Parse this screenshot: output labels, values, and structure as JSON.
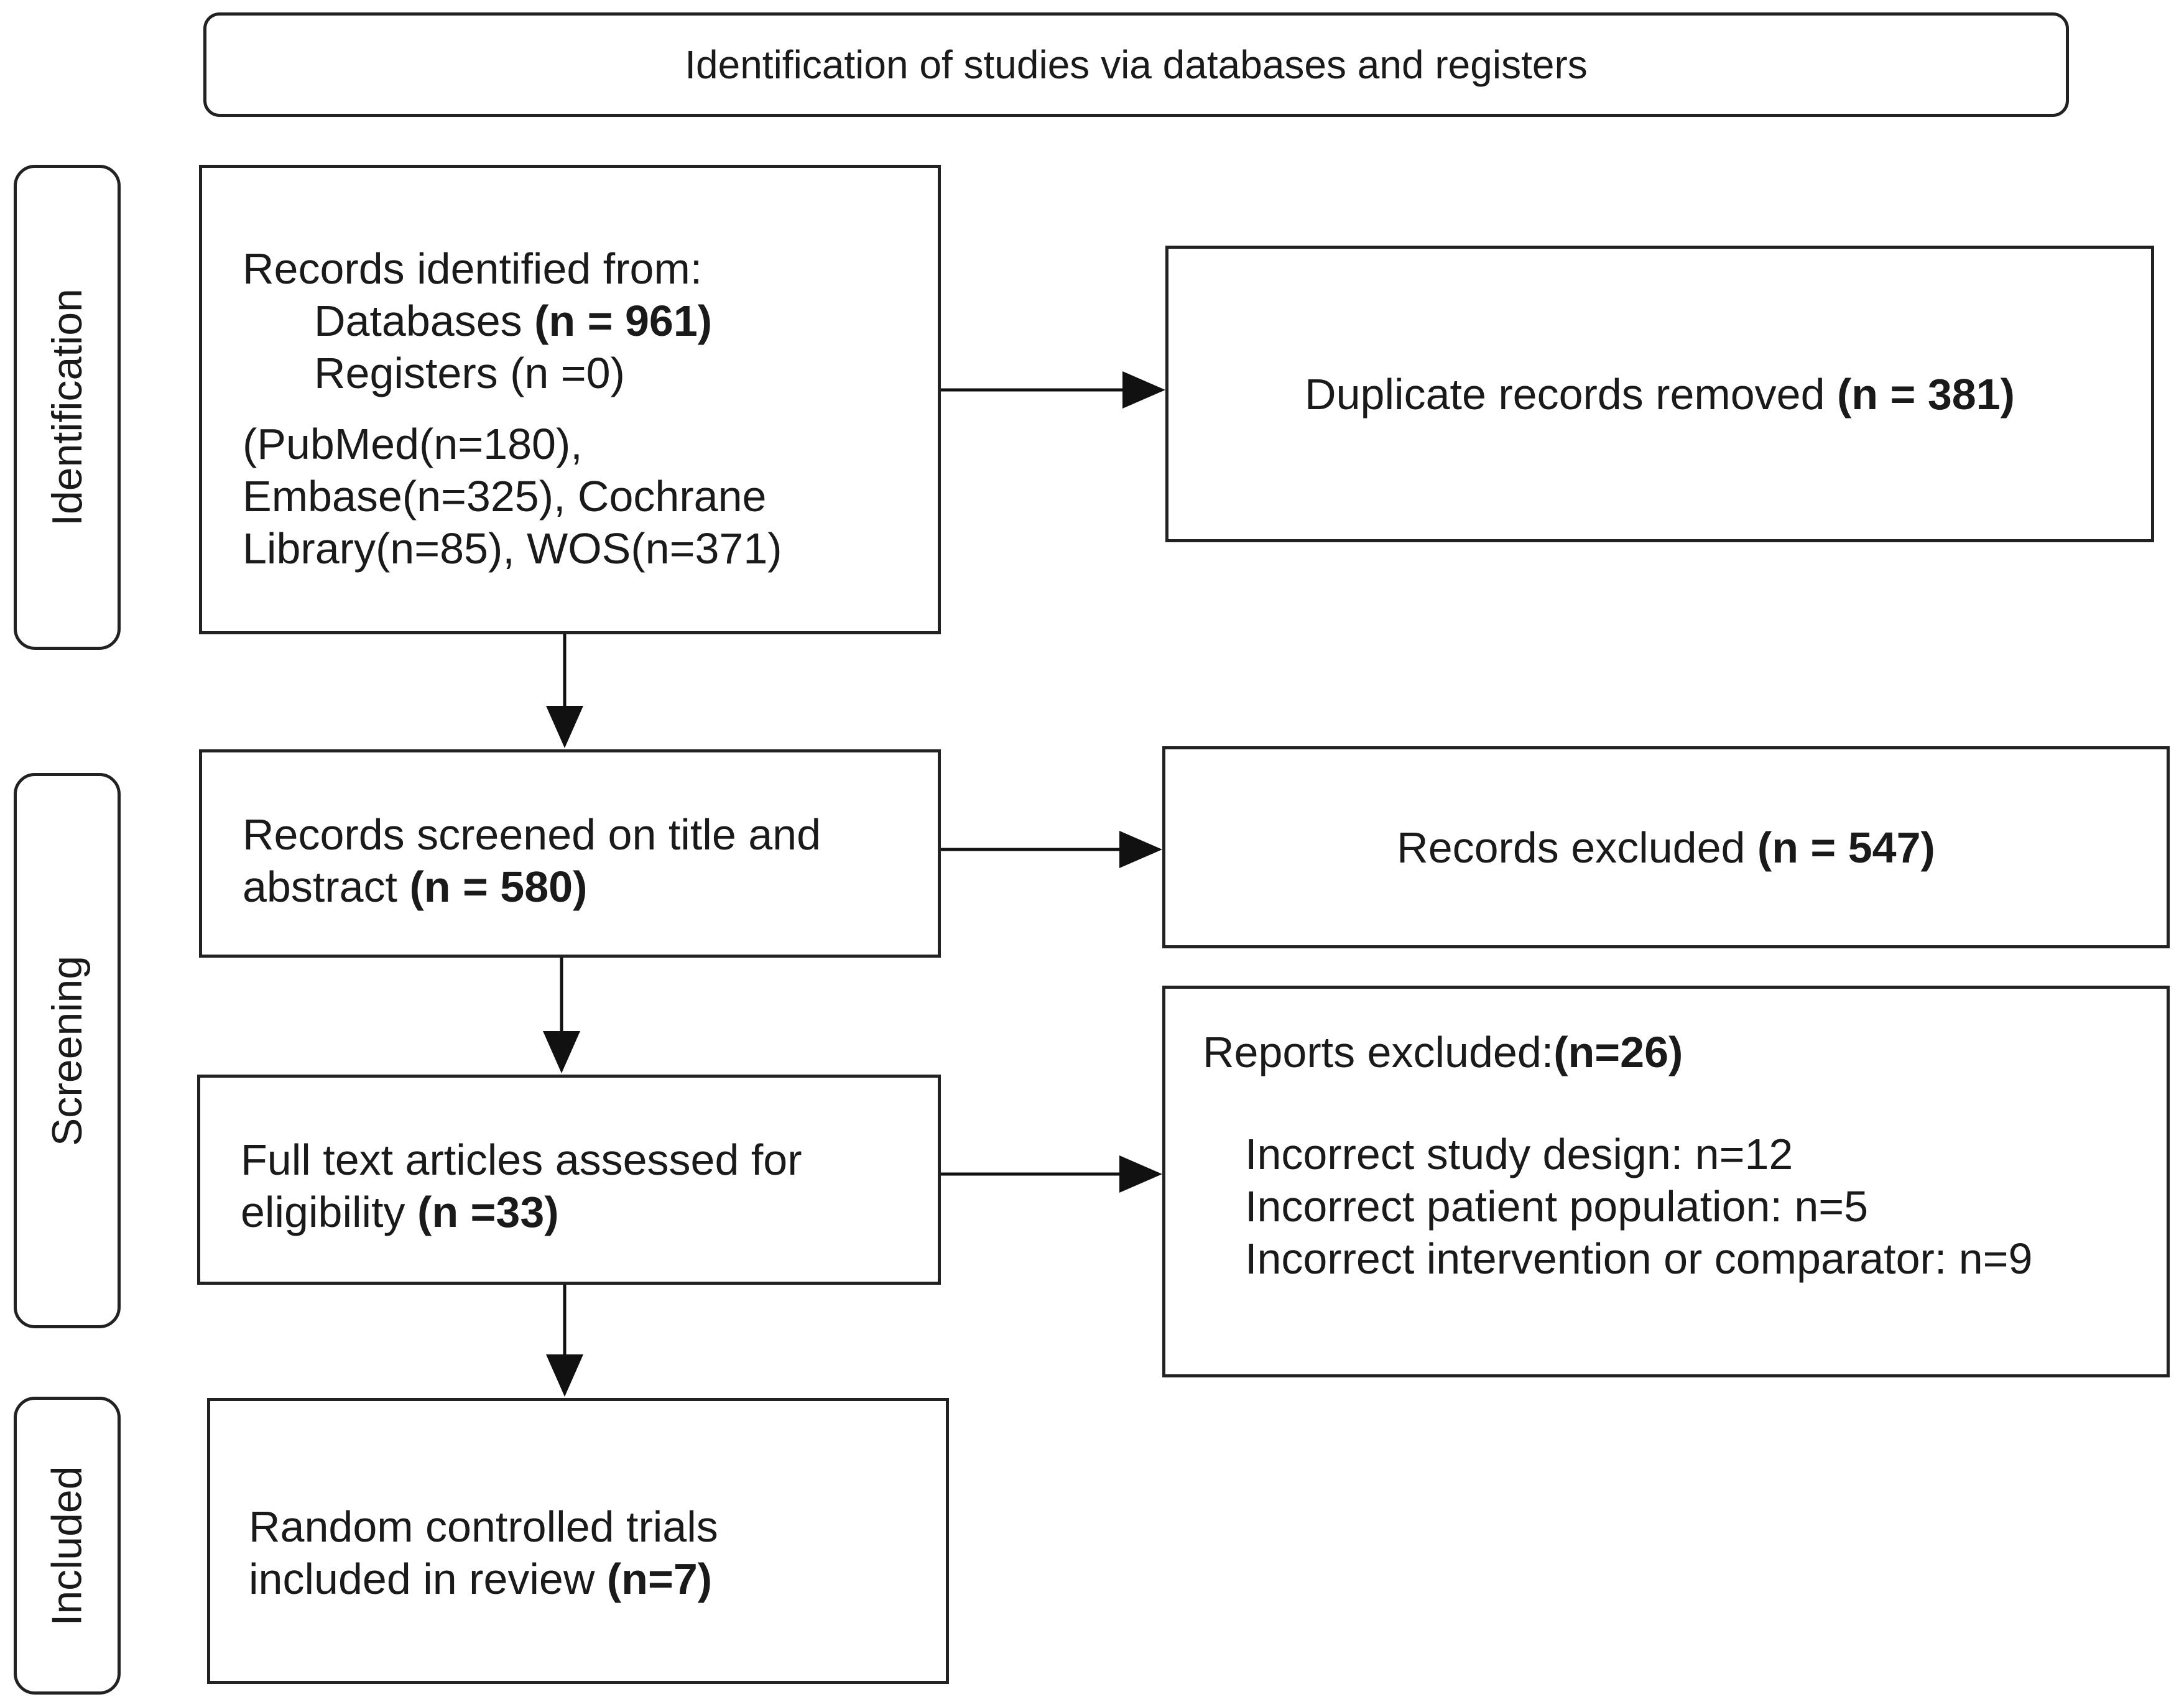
{
  "header": {
    "title": "Identification of studies via databases and registers"
  },
  "phases": {
    "identification": "Identification",
    "screening": "Screening",
    "included": "Included"
  },
  "boxes": {
    "records_identified": {
      "heading": "Records identified from:",
      "databases_label": "Databases",
      "databases_count": "(n = 961)",
      "registers": "Registers (n =0)",
      "sources_line1": "(PubMed(n=180),",
      "sources_line2": "Embase(n=325), Cochrane",
      "sources_line3": "Library(n=85), WOS(n=371)"
    },
    "duplicates_removed": {
      "label": "Duplicate records removed",
      "count": "(n = 381)"
    },
    "records_screened": {
      "line1": "Records screened on title and",
      "line2": "abstract",
      "count": "(n = 580)"
    },
    "records_excluded": {
      "label": "Records excluded",
      "count": "(n = 547)"
    },
    "full_text": {
      "line1": "Full text articles assessed for",
      "line2": "eligibility",
      "count": "(n =33)"
    },
    "reports_excluded": {
      "heading": "Reports excluded:",
      "count": "(n=26)",
      "reasons": [
        "Incorrect study design: n=12",
        "Incorrect patient population: n=5",
        "Incorrect intervention or comparator: n=9"
      ]
    },
    "included": {
      "line1": "Random controlled trials",
      "line2": "included in review",
      "count": "(n=7)"
    }
  }
}
